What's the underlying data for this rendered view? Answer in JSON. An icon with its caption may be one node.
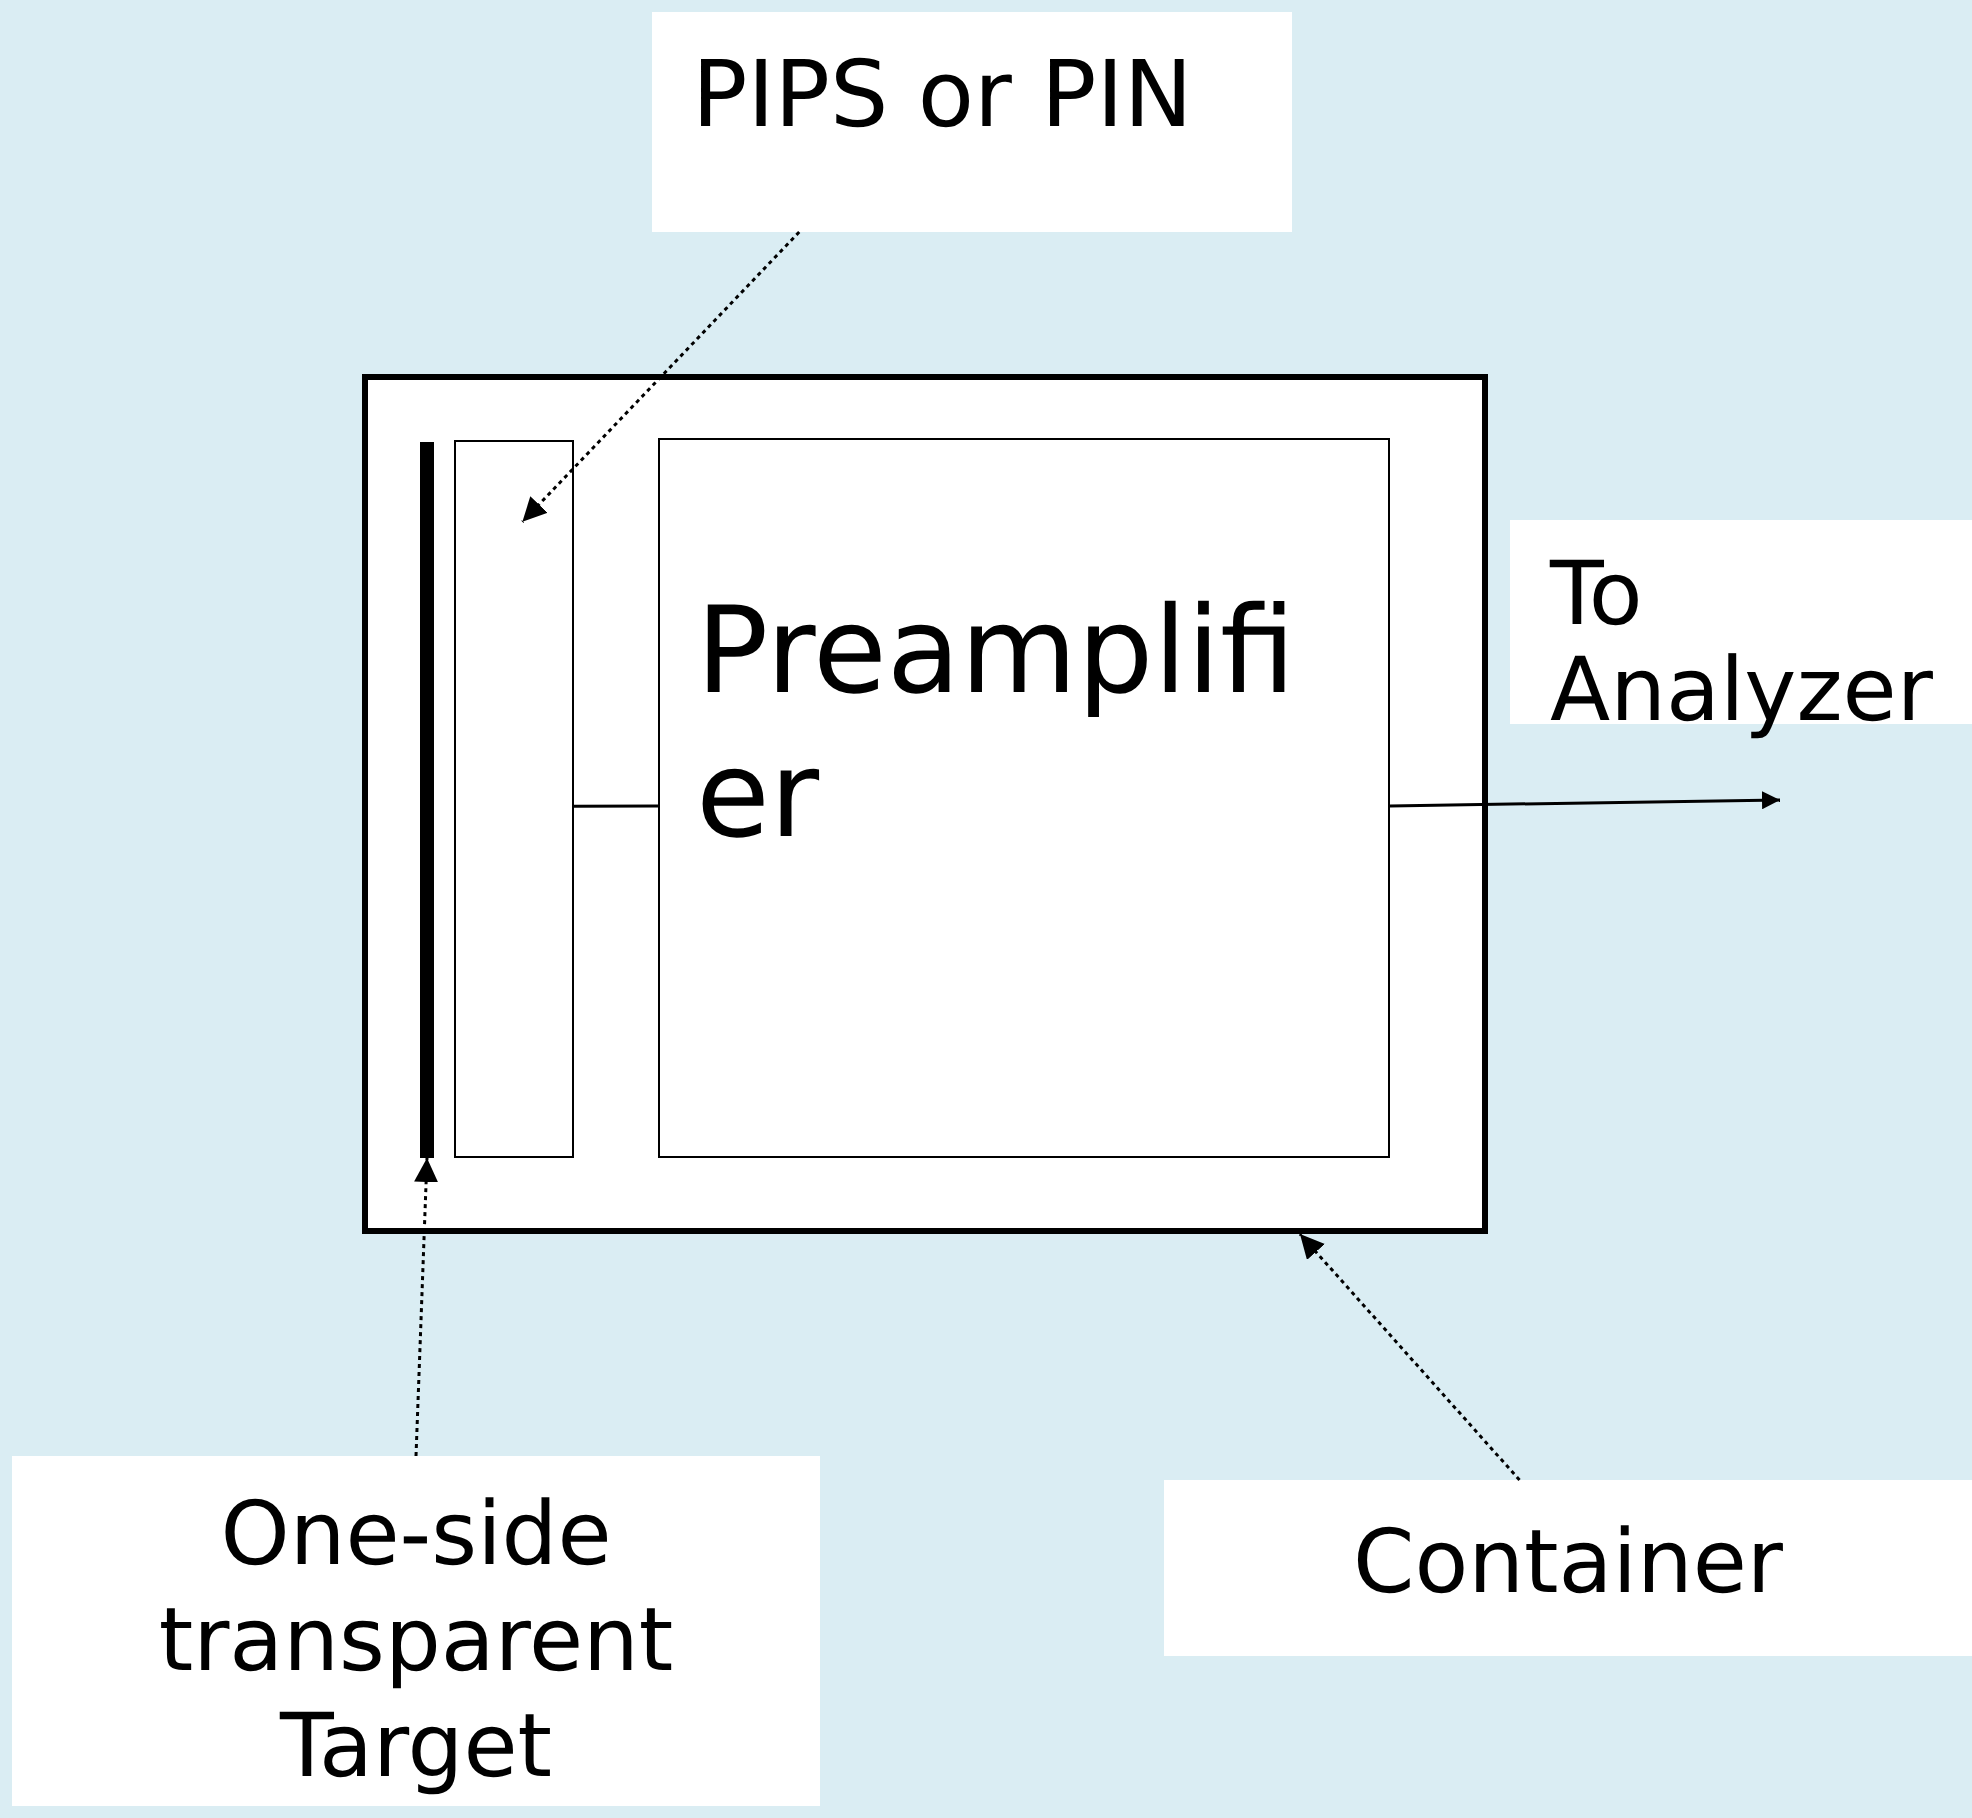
{
  "diagram": {
    "nodes": [
      {
        "text": [
          "PIPS or PIN"
        ]
      },
      {
        "text": [],
        "shape": "box"
      },
      {
        "text": [],
        "shape": "bar",
        "in": 1
      },
      {
        "text": [],
        "shape": "box",
        "in": 1
      },
      {
        "text": [
          "Preamplifier"
        ],
        "in": 1
      },
      {
        "text": [
          "One-side transparent Target"
        ]
      },
      {
        "text": [
          "Container"
        ]
      }
    ],
    "edges": [
      {
        "from": 0,
        "to": 3,
        "arrow": "to",
        "style": "dashed"
      },
      {
        "from": 3,
        "to": 4,
        "arrow": "none"
      },
      {
        "from": 4,
        "to": null,
        "arrow": "to",
        "label": "To Analyzer"
      },
      {
        "from": 5,
        "to": 2,
        "arrow": "to",
        "style": "dashed"
      },
      {
        "from": 6,
        "to": 1,
        "arrow": "to",
        "style": "dashed"
      }
    ]
  }
}
